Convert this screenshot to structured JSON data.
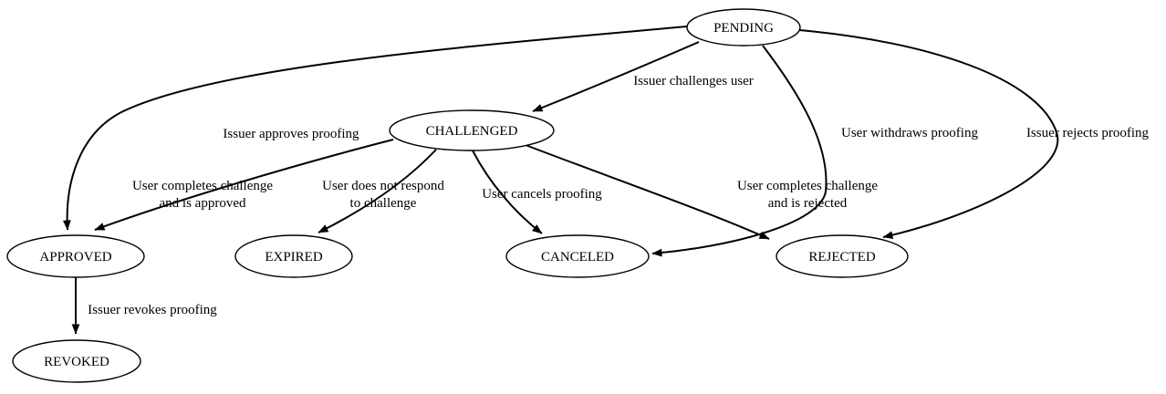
{
  "diagram": {
    "type": "state-transition-graph",
    "colors": {
      "background": "#ffffff",
      "node_fill": "#ffffff",
      "node_stroke": "#000000",
      "edge_stroke": "#000000",
      "text": "#000000"
    },
    "nodes": {
      "pending": {
        "label": "PENDING"
      },
      "challenged": {
        "label": "CHALLENGED"
      },
      "approved": {
        "label": "APPROVED"
      },
      "expired": {
        "label": "EXPIRED"
      },
      "canceled": {
        "label": "CANCELED"
      },
      "rejected": {
        "label": "REJECTED"
      },
      "revoked": {
        "label": "REVOKED"
      }
    },
    "edges": [
      {
        "from": "PENDING",
        "to": "CHALLENGED",
        "lines": [
          "Issuer challenges user"
        ]
      },
      {
        "from": "PENDING",
        "to": "APPROVED",
        "lines": [
          "Issuer approves proofing"
        ]
      },
      {
        "from": "PENDING",
        "to": "CANCELED",
        "lines": [
          "User withdraws proofing"
        ]
      },
      {
        "from": "PENDING",
        "to": "REJECTED",
        "lines": [
          "Issuer rejects proofing"
        ]
      },
      {
        "from": "CHALLENGED",
        "to": "APPROVED",
        "lines": [
          "User completes challenge",
          "and is approved"
        ]
      },
      {
        "from": "CHALLENGED",
        "to": "EXPIRED",
        "lines": [
          "User does not respond",
          "to challenge"
        ]
      },
      {
        "from": "CHALLENGED",
        "to": "CANCELED",
        "lines": [
          "User cancels proofing"
        ]
      },
      {
        "from": "CHALLENGED",
        "to": "REJECTED",
        "lines": [
          "User completes challenge",
          "and is rejected"
        ]
      },
      {
        "from": "APPROVED",
        "to": "REVOKED",
        "lines": [
          "Issuer revokes proofing"
        ]
      }
    ]
  }
}
